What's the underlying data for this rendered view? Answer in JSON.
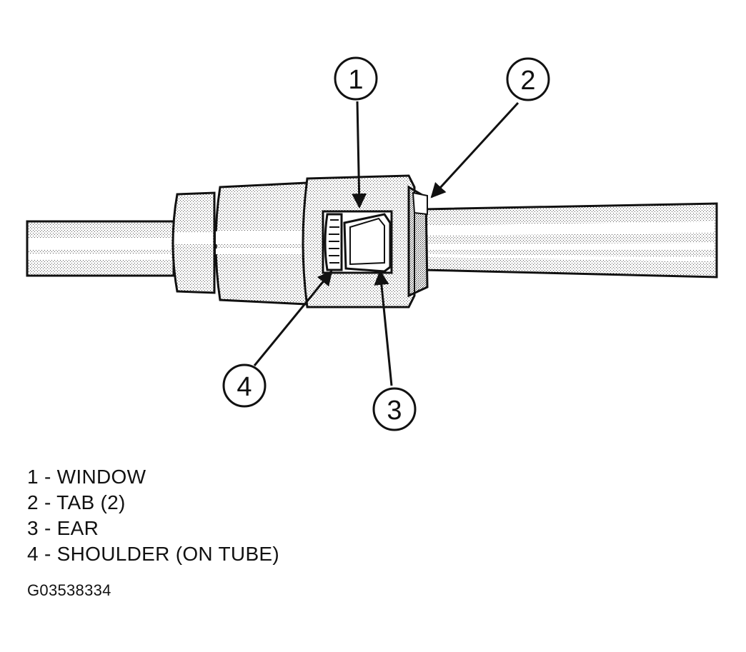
{
  "diagram": {
    "callouts": [
      {
        "number": "1"
      },
      {
        "number": "2"
      },
      {
        "number": "3"
      },
      {
        "number": "4"
      }
    ]
  },
  "legend": [
    "1 - WINDOW",
    "2 - TAB (2)",
    "3 - EAR",
    "4 - SHOULDER (ON TUBE)"
  ],
  "figure_code": "G03538334"
}
